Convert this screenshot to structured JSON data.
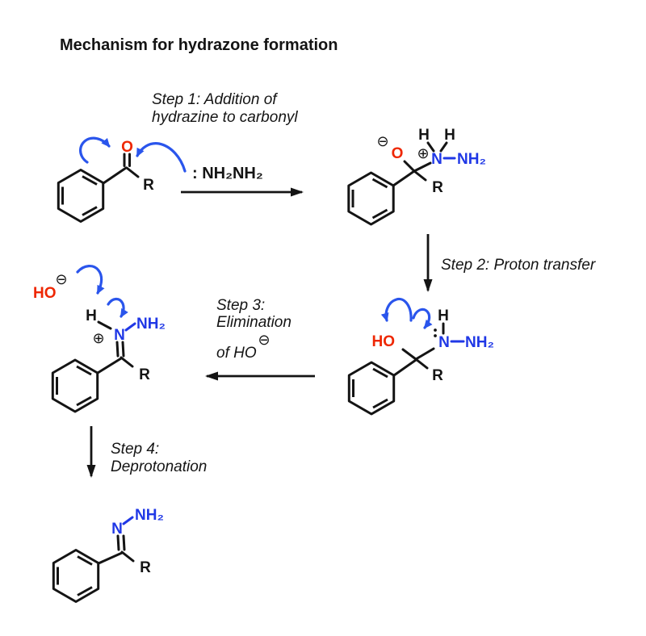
{
  "title": "Mechanism for hydrazone formation",
  "palette": {
    "red": "#ee2702",
    "blue": "#2038e6",
    "arrowBlue": "#2a55ec",
    "ink": "#141414",
    "background": "#ffffff"
  },
  "reagent_label": ": NH₂NH₂",
  "captions": {
    "step1_line1": "Step 1: Addition of",
    "step1_line2": "hydrazine to carbonyl",
    "step2": "Step 2: Proton transfer",
    "step3_line1": "Step 3:",
    "step3_line2": "Elimination",
    "step3_line3": "of HO",
    "step3_hydroxide_charge": "⊖",
    "step4_line1": "Step 4:",
    "step4_line2": "Deprotonation"
  },
  "molecules": {
    "ketone": {
      "O": "O",
      "R": "R"
    },
    "tetrahedral_intermediate": {
      "alkoxide_charge": "⊖",
      "O": "O",
      "ammonium_charge": "⊕",
      "H_left": "H",
      "H_right": "H",
      "N": "N",
      "NH2": "NH₂",
      "R": "R"
    },
    "aminol": {
      "HO": "HO",
      "H": "H",
      "N": "N",
      "NH2": "NH₂",
      "R": "R"
    },
    "iminium": {
      "hydroxide": "HO",
      "hydroxide_charge": "⊖",
      "H": "H",
      "iminium_charge": "⊕",
      "N": "N",
      "NH2": "NH₂",
      "R": "R"
    },
    "hydrazone": {
      "N": "N",
      "NH2": "NH₂",
      "R": "R"
    }
  }
}
